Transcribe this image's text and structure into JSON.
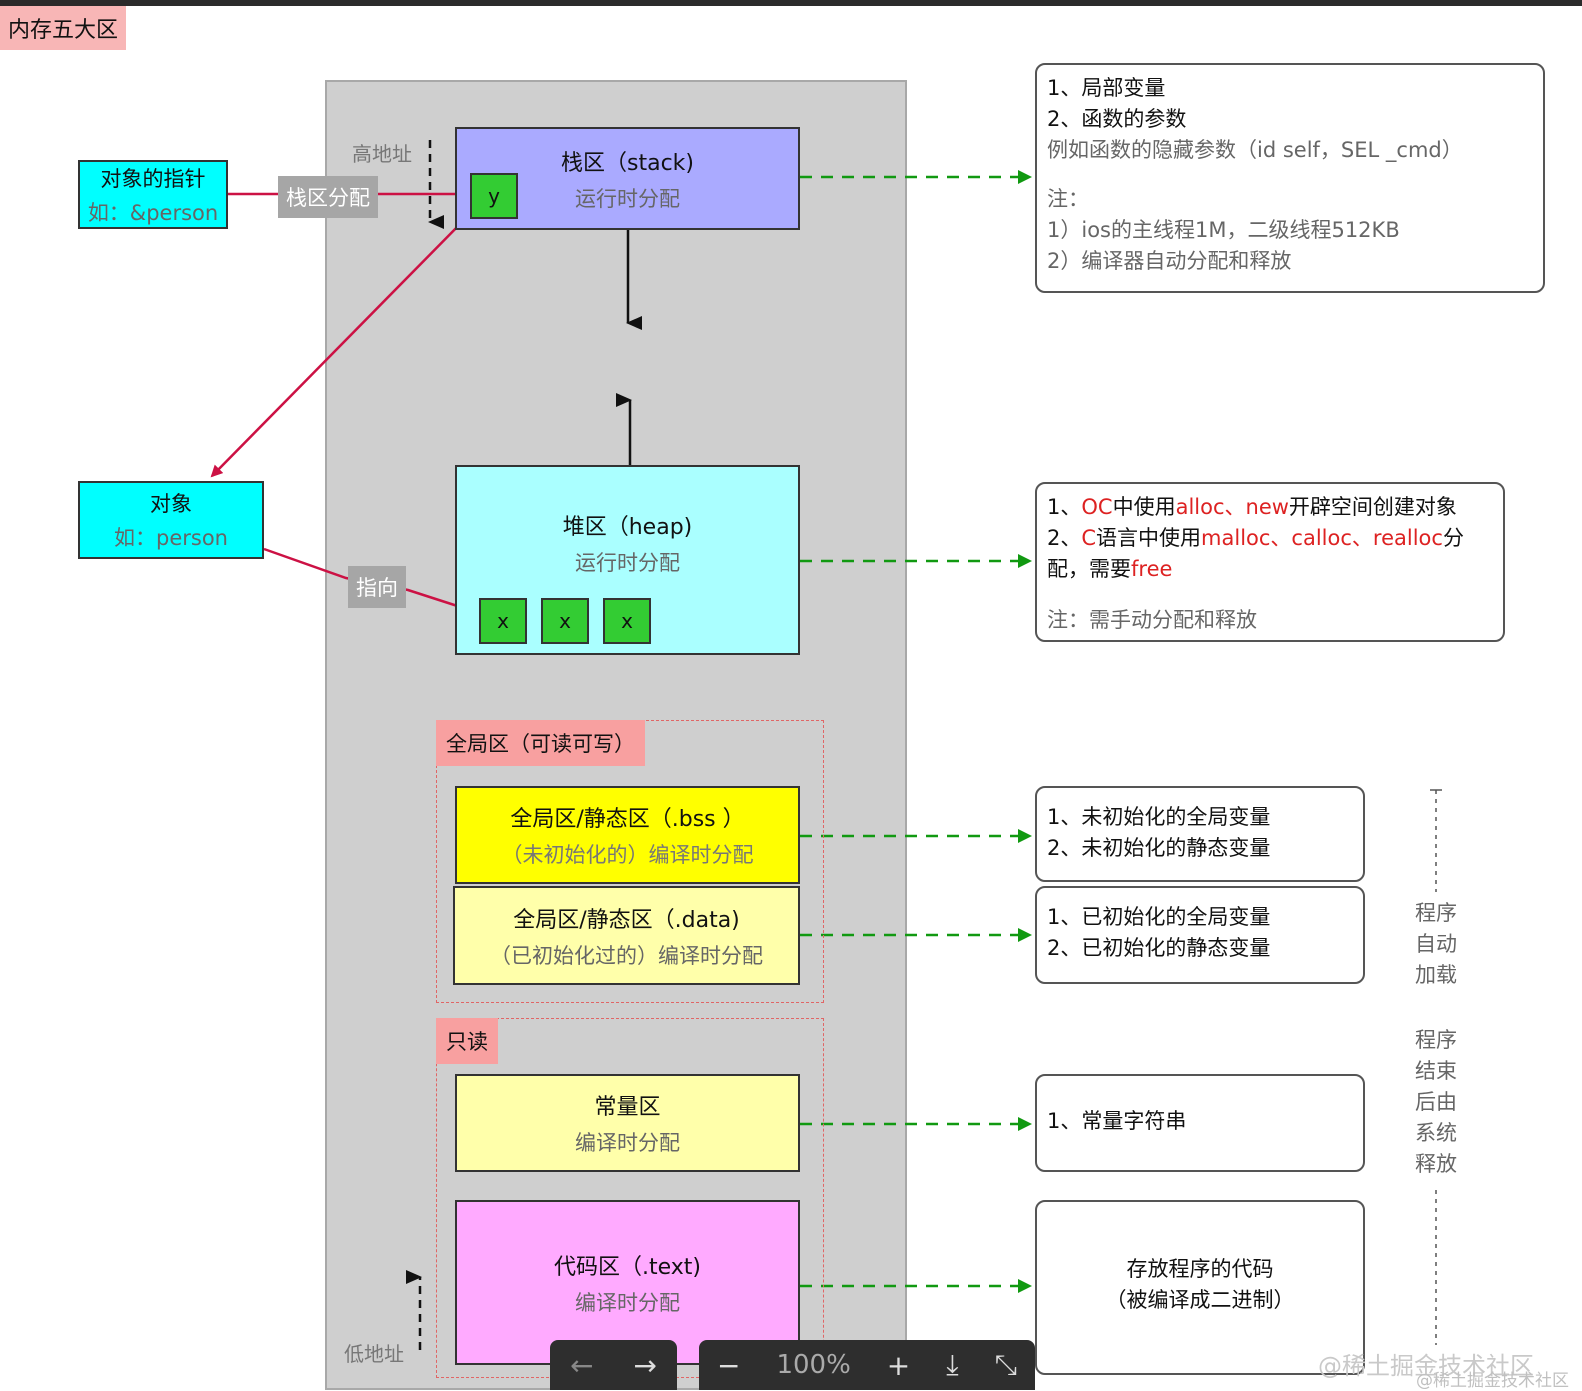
{
  "title": "内存五大区",
  "addr_high": "高地址",
  "addr_low": "低地址",
  "pointer": {
    "title": "对象的指针",
    "example": "如：&person"
  },
  "object": {
    "title": "对象",
    "example": "如：person"
  },
  "tag_stack_alloc": "栈区分配",
  "tag_point_to": "指向",
  "stack": {
    "title": "栈区（stack)",
    "sub": "运行时分配",
    "cell": "y"
  },
  "heap": {
    "title": "堆区（heap)",
    "sub": "运行时分配",
    "cells": [
      "x",
      "x",
      "x"
    ]
  },
  "global_tag": "全局区（可读可写）",
  "readonly_tag": "只读",
  "bss": {
    "title": "全局区/静态区（.bss ）",
    "sub": "（未初始化的）编译时分配"
  },
  "data": {
    "title": "全局区/静态区（.data)",
    "sub": "（已初始化过的）编译时分配"
  },
  "const": {
    "title": "常量区",
    "sub": "编译时分配"
  },
  "text": {
    "title": "代码区（.text)",
    "sub": "编译时分配"
  },
  "note_stack": {
    "l1": "1、局部变量",
    "l2": "2、函数的参数",
    "l3": "例如函数的隐藏参数（id self，SEL _cmd）",
    "l4": "注：",
    "l5": "1）ios的主线程1M，二级线程512KB",
    "l6": "2）编译器自动分配和释放"
  },
  "note_heap": {
    "l1a": "1、",
    "l1b": "OC",
    "l1c": "中使用",
    "l1d": "alloc、new",
    "l1e": "开辟空间创建对象",
    "l2a": "2、",
    "l2b": "C",
    "l2c": "语言中使用",
    "l2d": "malloc、calloc、realloc",
    "l2e": "分",
    "l3a": "配，需要",
    "l3b": "free",
    "l4": "注：需手动分配和释放"
  },
  "note_bss": {
    "l1": "1、未初始化的全局变量",
    "l2": "2、未初始化的静态变量"
  },
  "note_data": {
    "l1": "1、已初始化的全局变量",
    "l2": "2、已初始化的静态变量"
  },
  "note_const": {
    "l1": "1、常量字符串"
  },
  "note_text": {
    "l1": "存放程序的代码",
    "l2": "（被编译成二进制）"
  },
  "side_load": [
    "程序",
    "自动",
    "加载"
  ],
  "side_release": [
    "程序",
    "结束",
    "后由",
    "系统",
    "释放"
  ],
  "viewer": {
    "prev": "←",
    "next": "→",
    "zoom_out": "−",
    "zoom": "100%",
    "zoom_in": "+",
    "download": "⤓",
    "collapse": "⤡"
  },
  "watermark": "@稀土掘金技术社区",
  "watermark_small": "@稀土掘金技术社区",
  "colors": {
    "red_arrow": "#cc1144",
    "green_arrow": "#119911",
    "stack": "#aaaaff",
    "heap": "#aaffff",
    "bss": "#ffff00",
    "data": "#ffffaa",
    "text": "#ffaaff"
  }
}
